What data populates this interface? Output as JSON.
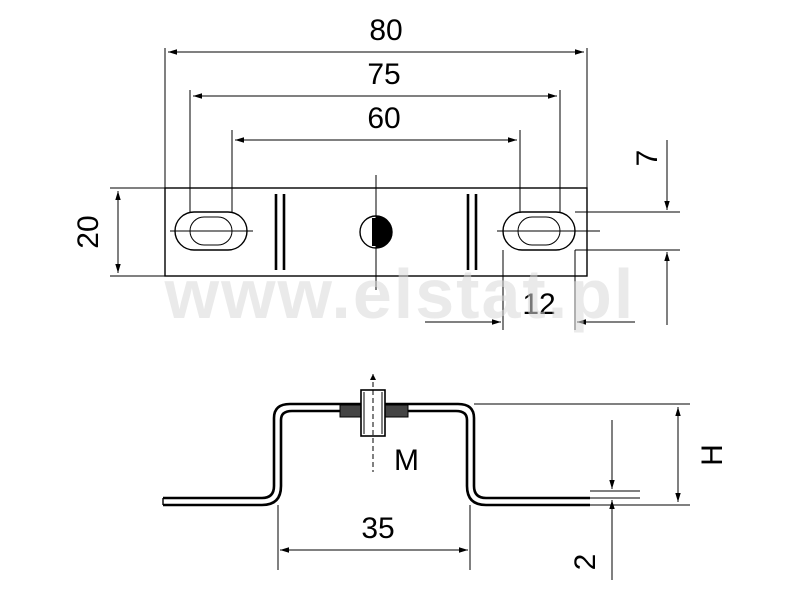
{
  "dimensions": {
    "overall_length": "80",
    "slot_span": "75",
    "inner_span": "60",
    "width": "20",
    "slot_height": "7",
    "slot_end_offset": "12",
    "bend_width": "35",
    "thickness": "2",
    "height_symbol": "H",
    "thread_symbol": "M"
  },
  "watermark": "www.elstat.pl",
  "colors": {
    "line": "#000000",
    "watermark": "#d8d8d8",
    "background": "#ffffff"
  }
}
